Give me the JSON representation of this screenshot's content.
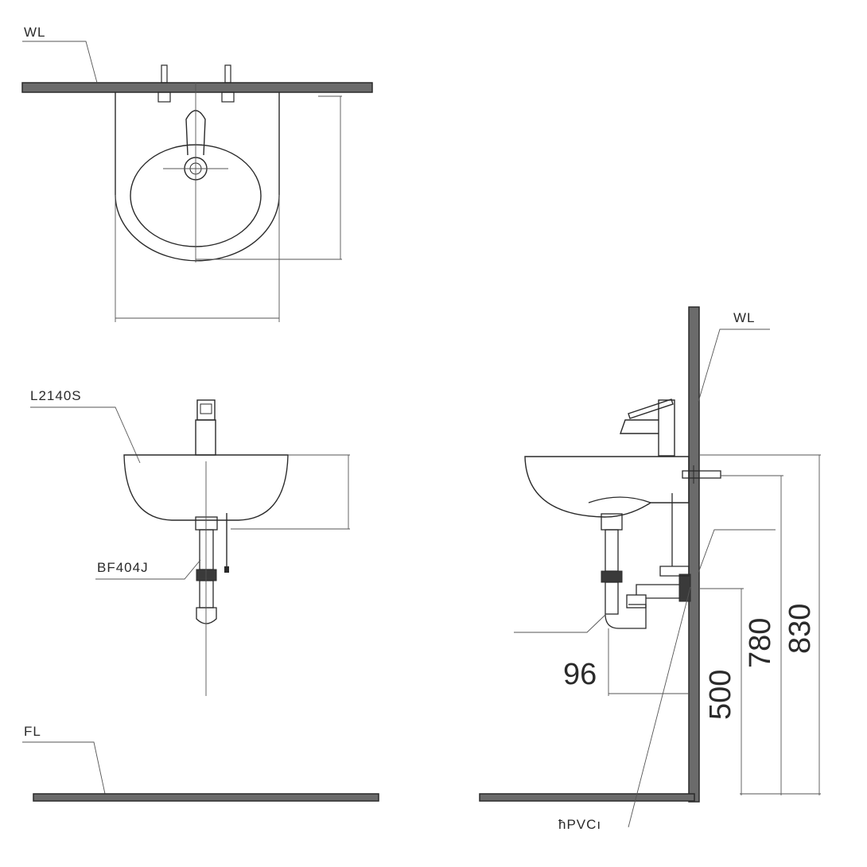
{
  "labels": {
    "wl_top": "WL",
    "wl_side": "WL",
    "fl": "FL",
    "basin_model": "L2140S",
    "trap_model": "BF404J",
    "pvc": "ħPVCı"
  },
  "dimensions": {
    "d96": "96",
    "d500": "500",
    "d780": "780",
    "d830": "830"
  }
}
